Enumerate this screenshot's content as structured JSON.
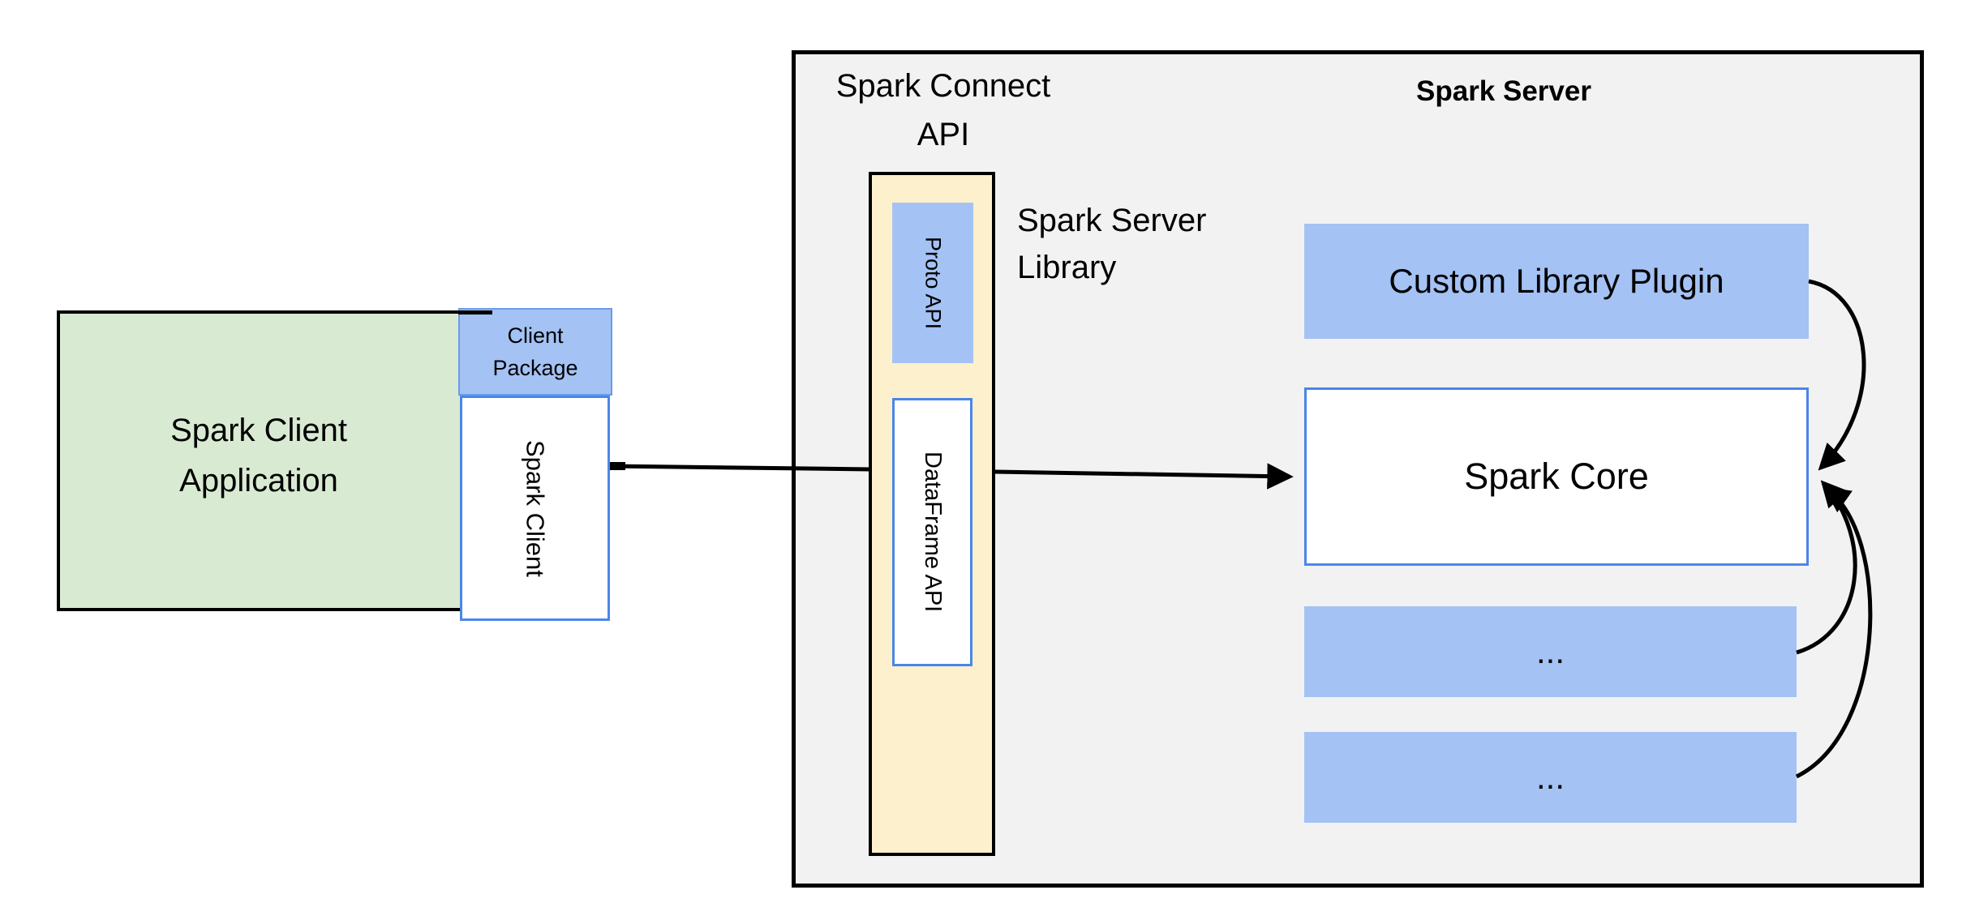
{
  "diagram": {
    "client_app": {
      "line1": "Spark Client",
      "line2": "Application"
    },
    "client_package": {
      "line1": "Client",
      "line2": "Package"
    },
    "spark_client": "Spark Client",
    "spark_connect_api": {
      "line1": "Spark Connect",
      "line2": "API"
    },
    "proto_api": "Proto API",
    "dataframe_api": "DataFrame API",
    "spark_server_library": {
      "line1": "Spark Server",
      "line2": "Library"
    },
    "spark_server_title": "Spark Server",
    "custom_library_plugin": "Custom Library Plugin",
    "spark_core": "Spark Core",
    "ellipsis_box_1": "...",
    "ellipsis_box_2": "..."
  },
  "colors": {
    "panel_gray": "#f2f2f2",
    "library_yellow": "#fdf0cd",
    "block_blue": "#a4c2f4",
    "blue_border": "#4a86e8",
    "client_green": "#d9ead3",
    "outline_black": "#000000"
  },
  "connections": [
    {
      "from": "Spark Client",
      "to": "Spark Server Library"
    },
    {
      "from": "Spark Server Library",
      "to": "Spark Core"
    },
    {
      "from": "Custom Library Plugin",
      "to": "Spark Core"
    },
    {
      "from": "ellipsis_box_1",
      "to": "Spark Core"
    },
    {
      "from": "ellipsis_box_2",
      "to": "Spark Core"
    }
  ]
}
